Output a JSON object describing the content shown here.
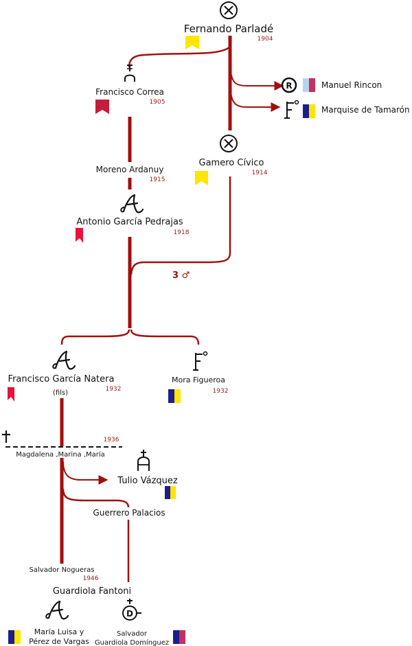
{
  "colors": {
    "line": "#a10f0f",
    "year": "#9b1b1b",
    "yellow": "#ffe600",
    "crimson": "#c41e3a",
    "red": "#e8123c",
    "navy": "#1a1f8a",
    "light_blue": "#b6d4f0",
    "magenta": "#c4305f"
  },
  "nodes": {
    "parlade": {
      "name": "Fernando Parladé",
      "year": "1904",
      "icon": "circle-x-brand-icon",
      "flag": "yellow-pennant"
    },
    "correa": {
      "name": "Francisco Correa",
      "year": "1905",
      "icon": "anchor-brand-icon",
      "flag": "crimson-pennant"
    },
    "rincon": {
      "name": "Manuel Rincon",
      "icon": "r-circle-brand-icon",
      "flag": "light-blue-and-magenta"
    },
    "tamaron": {
      "name": "Marquise de Tamarón",
      "icon": "f-brand-icon",
      "flag": "navy-and-yellow"
    },
    "civico": {
      "name": "Gamero Cívico",
      "year": "1914",
      "icon": "circle-x-brand-icon",
      "flag": "yellow-pennant"
    },
    "ardanuy": {
      "name": "Moreno Ardanuy",
      "year": "1915"
    },
    "pedrajas": {
      "name": "Antonio García Pedrajas",
      "year": "1918",
      "icon": "a-script-brand-icon",
      "flag": "red-pennant"
    },
    "male_count": {
      "label": "3 ♂"
    },
    "natera": {
      "name": "Francisco García Natera",
      "suffix": "(fils)",
      "year": "1932",
      "icon": "a-script-brand-icon",
      "flag": "red-pennant"
    },
    "figueroa": {
      "name": "Mora Figueroa",
      "year": "1932",
      "icon": "f-brand-icon",
      "flag": "navy-and-yellow"
    },
    "death": {
      "icon": "dagger-icon",
      "year": "1936",
      "names": "Magdalena ,Marina ,María"
    },
    "vazquez": {
      "name": "Tulio Vázquez",
      "icon": "a-cross-brand-icon",
      "flag": "navy-and-yellow"
    },
    "palacios": {
      "name": "Guerrero Palacios"
    },
    "nogueras": {
      "name": "Salvador Nogueras",
      "year": "1946"
    },
    "fantoni": {
      "name": "Guardiola Fantoni"
    },
    "maria_luisa": {
      "name_line1": "María Luisa y",
      "name_line2": "Pérez de Vargas",
      "icon": "a-script-brand-icon",
      "flag": "navy-and-yellow"
    },
    "salvador_gd": {
      "name_line1": "Salvador",
      "name_line2": "Guardiola Domínguez",
      "icon": "d-cross-brand-icon",
      "flag": "navy-and-magenta"
    }
  }
}
